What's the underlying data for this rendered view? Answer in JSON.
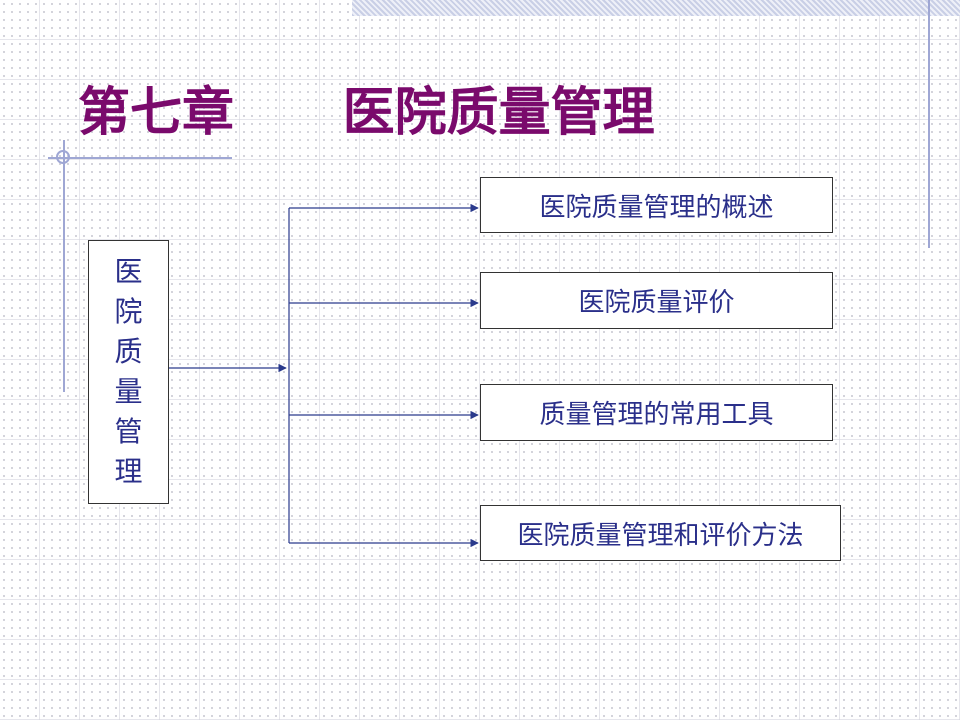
{
  "slide": {
    "title": "第七章      医院质量管理",
    "left_box_chars": [
      "医",
      "院",
      "质",
      "量",
      "管",
      "理"
    ],
    "items": [
      {
        "label": "医院质量管理的概述"
      },
      {
        "label": "医院质量评价"
      },
      {
        "label": "质量管理的常用工具"
      },
      {
        "label": "医院质量管理和评价方法"
      }
    ]
  },
  "colors": {
    "title": "#7a0a6c",
    "body_text": "#2a2f8a",
    "decor_lines": "#9fa7d4",
    "connector": "#2a3a8c"
  }
}
